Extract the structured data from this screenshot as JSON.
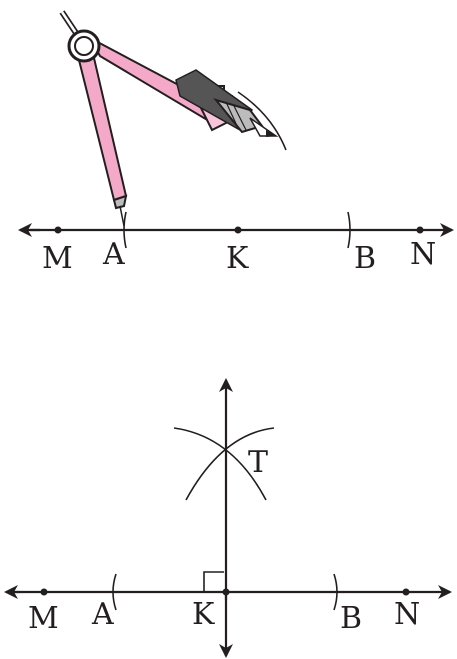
{
  "top_figure": {
    "labels": {
      "M": "M",
      "A": "A",
      "K": "K",
      "B": "B",
      "N": "N"
    },
    "compass_icon": "compass-icon"
  },
  "bottom_figure": {
    "labels": {
      "M": "M",
      "A": "A",
      "K": "K",
      "B": "B",
      "N": "N",
      "T": "T"
    }
  },
  "colors": {
    "line": "#231f20",
    "compass_body": "#f4a9c8"
  }
}
